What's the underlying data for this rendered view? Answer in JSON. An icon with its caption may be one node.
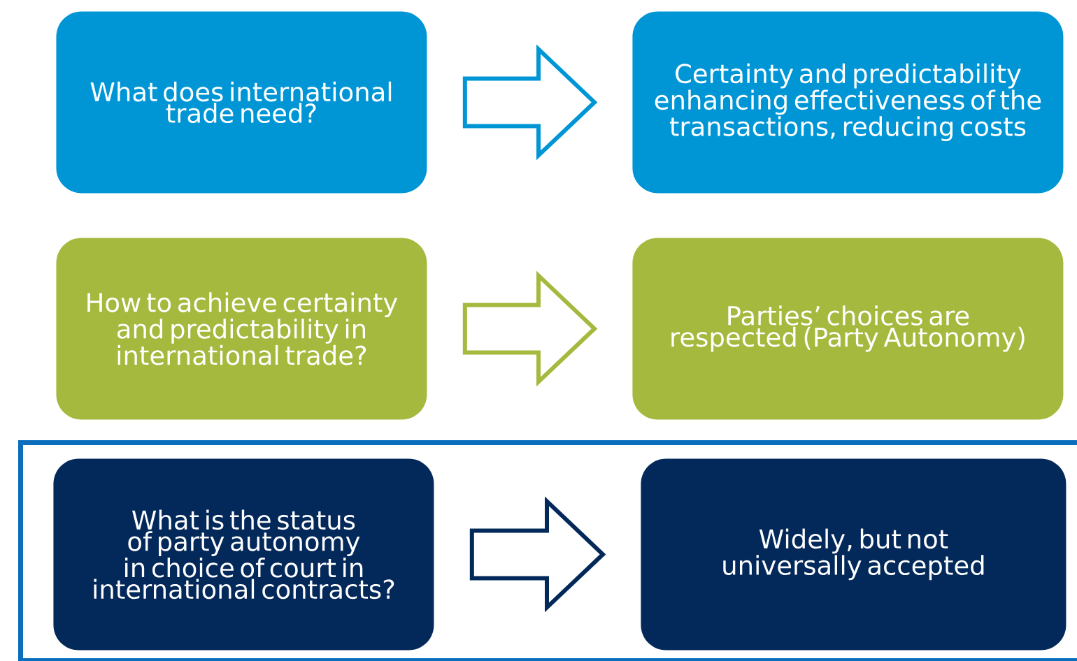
{
  "diagram": {
    "nodes": [
      {
        "text": [
          "What does international trade need?"
        ]
      },
      {
        "text": [
          "Certainty and predictability enhancing effectiveness of the transactions, reducing costs"
        ]
      },
      {
        "text": [
          "How to achieve certainty and predictability in international trade?"
        ]
      },
      {
        "text": [
          "Parties’ choices are respected (Party Autonomy)"
        ]
      },
      {
        "text": [],
        "shape": "box"
      },
      {
        "text": [
          "What is the status of party autonomy in choice of court in international contracts?"
        ],
        "in": 4
      },
      {
        "text": [
          "Widely, but not universally accepted"
        ],
        "in": 4
      }
    ],
    "edges": [
      {
        "from": 0,
        "to": 1,
        "arrow": "to",
        "style": "thick",
        "color": "#0096d6"
      },
      {
        "from": 2,
        "to": 3,
        "arrow": "to",
        "style": "thick",
        "color": "#a5b93e"
      },
      {
        "from": 5,
        "to": 6,
        "arrow": "to",
        "style": "thick",
        "color": "#03285a"
      }
    ]
  }
}
